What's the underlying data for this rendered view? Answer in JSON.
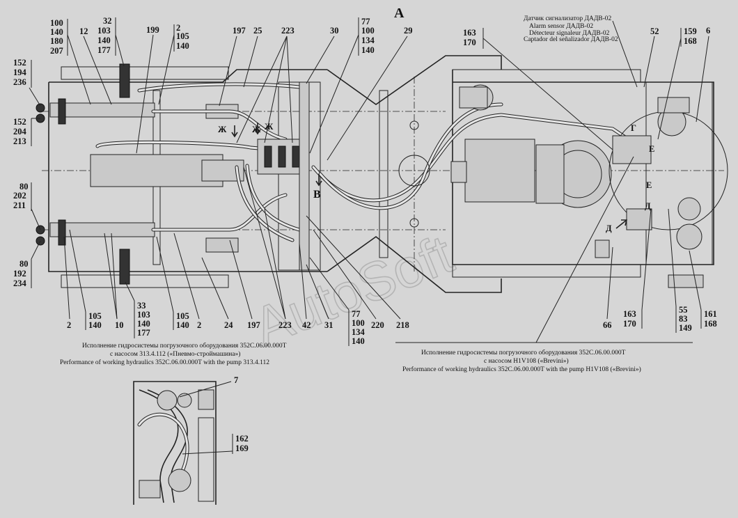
{
  "view_label": "A",
  "watermark": "AutoSoft",
  "sensor_caption": {
    "ru": "Датчик сигнализатор ДАДВ-02",
    "en": "Alarm sensor ДАДВ-02",
    "fr": "Détecteur signaleur ДАДВ-02",
    "es": "Captador del señalizador ДАДВ-02"
  },
  "caption_left": {
    "line1": "Исполнение гидросистемы погрузочного оборудования 352С.06.00.000Т",
    "line2": "с насосом 313.4.112 («Пневмо-строймашина»)",
    "line3": "Performance of working hydraulics 352C.06.00.000T with the pump 313.4.112"
  },
  "caption_right": {
    "line1": "Исполнение гидросистемы погрузочного оборудования 352С.06.00.000Т",
    "line2": "с насосом H1V108 («Brevini»)",
    "line3": "Performance of working hydraulics 352C.06.00.000T with the pump H1V108 («Brevini»)"
  },
  "view_letters": {
    "zh1": "Ж",
    "zh2": "Ж",
    "zh3": "Ж",
    "v": "В",
    "d": "Д",
    "g": "Г",
    "e1": "Е",
    "e2": "Е",
    "d2": "Д"
  },
  "callouts": {
    "top_left_a": [
      "152",
      "194",
      "236"
    ],
    "top_left_b": [
      "100",
      "140",
      "180",
      "207"
    ],
    "top_12": "12",
    "top_32": [
      "32",
      "103",
      "140",
      "177"
    ],
    "top_199": "199",
    "top_2": [
      "2",
      "105",
      "140"
    ],
    "top_197": "197",
    "top_25": "25",
    "top_223": "223",
    "top_30": "30",
    "top_77": [
      "77",
      "100",
      "134",
      "140"
    ],
    "top_29": "29",
    "top_163": [
      "163",
      "170"
    ],
    "top_52": "52",
    "top_159": [
      "159",
      "168"
    ],
    "top_6": "6",
    "left_mid_a": [
      "152",
      "204",
      "213"
    ],
    "left_mid_b": [
      "80",
      "202",
      "211"
    ],
    "left_bot": [
      "80",
      "192",
      "234"
    ],
    "bot_2a": "2",
    "bot_105a": [
      "105",
      "140"
    ],
    "bot_10": "10",
    "bot_33": [
      "33",
      "103",
      "140",
      "177"
    ],
    "bot_105b": [
      "105",
      "140"
    ],
    "bot_2b": "2",
    "bot_24": "24",
    "bot_197": "197",
    "bot_223": "223",
    "bot_42": "42",
    "bot_31": "31",
    "bot_77": [
      "77",
      "100",
      "134",
      "140"
    ],
    "bot_220": "220",
    "bot_218": "218",
    "bot_66": "66",
    "bot_163": [
      "163",
      "170"
    ],
    "bot_55": [
      "55",
      "83",
      "149"
    ],
    "bot_161": [
      "161",
      "168"
    ],
    "inset_7": "7",
    "inset_162": [
      "162",
      "169"
    ]
  }
}
